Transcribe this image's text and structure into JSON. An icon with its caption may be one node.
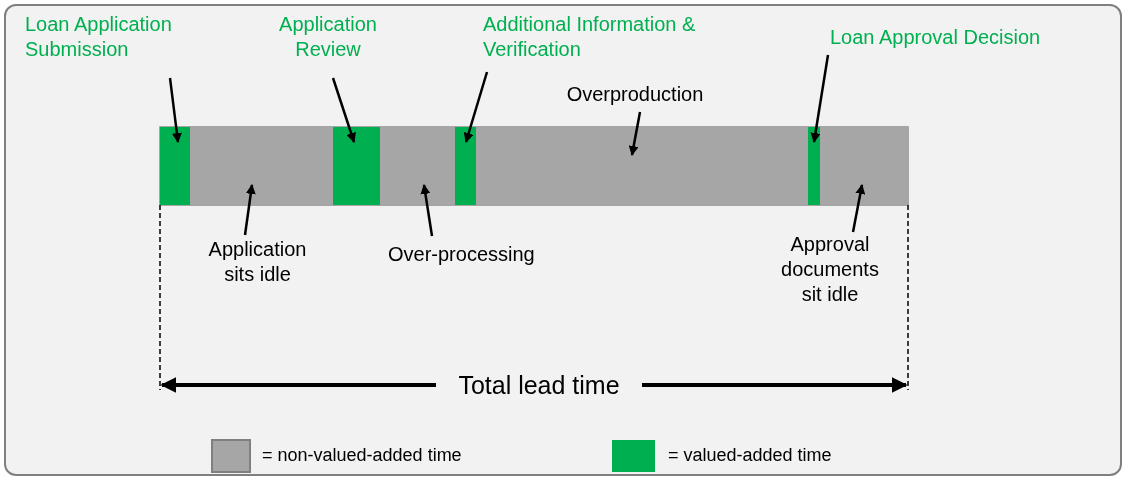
{
  "diagram": {
    "nodes": [
      {
        "text": [
          "Loan Application Submission"
        ]
      },
      {
        "text": [
          "Application Review"
        ]
      },
      {
        "text": [
          "Additional Information & Verification"
        ]
      },
      {
        "text": [
          "Loan Approval Decision"
        ]
      },
      {
        "text": [
          "Overproduction"
        ]
      },
      {
        "text": [
          "Application sits idle"
        ]
      },
      {
        "text": [
          "Over-processing"
        ]
      },
      {
        "text": [
          "Approval documents sit idle"
        ]
      },
      {
        "text": [],
        "shape": "bar"
      },
      {
        "text": [],
        "shape": "bar"
      },
      {
        "text": [],
        "shape": "bar"
      },
      {
        "text": [],
        "shape": "bar"
      },
      {
        "text": [],
        "shape": "bar"
      },
      {
        "text": [],
        "shape": "bar"
      },
      {
        "text": [],
        "shape": "bar"
      },
      {
        "text": [],
        "shape": "bar"
      }
    ],
    "edges": [
      {
        "from": 0,
        "to": 8,
        "arrow": "to"
      },
      {
        "from": 1,
        "to": 10,
        "arrow": "to"
      },
      {
        "from": 2,
        "to": 12,
        "arrow": "to"
      },
      {
        "from": 3,
        "to": 14,
        "arrow": "to"
      },
      {
        "from": 4,
        "to": 13,
        "arrow": "to"
      },
      {
        "from": 5,
        "to": 9,
        "arrow": "to"
      },
      {
        "from": 6,
        "to": 11,
        "arrow": "to"
      },
      {
        "from": 7,
        "to": 15,
        "arrow": "to"
      }
    ],
    "labels": [
      "Total lead time"
    ],
    "legend": [
      {
        "text": "= non-valued-added time",
        "color": "#a6a6a6"
      },
      {
        "text": "= valued-added time",
        "color": "#00b050"
      }
    ]
  }
}
